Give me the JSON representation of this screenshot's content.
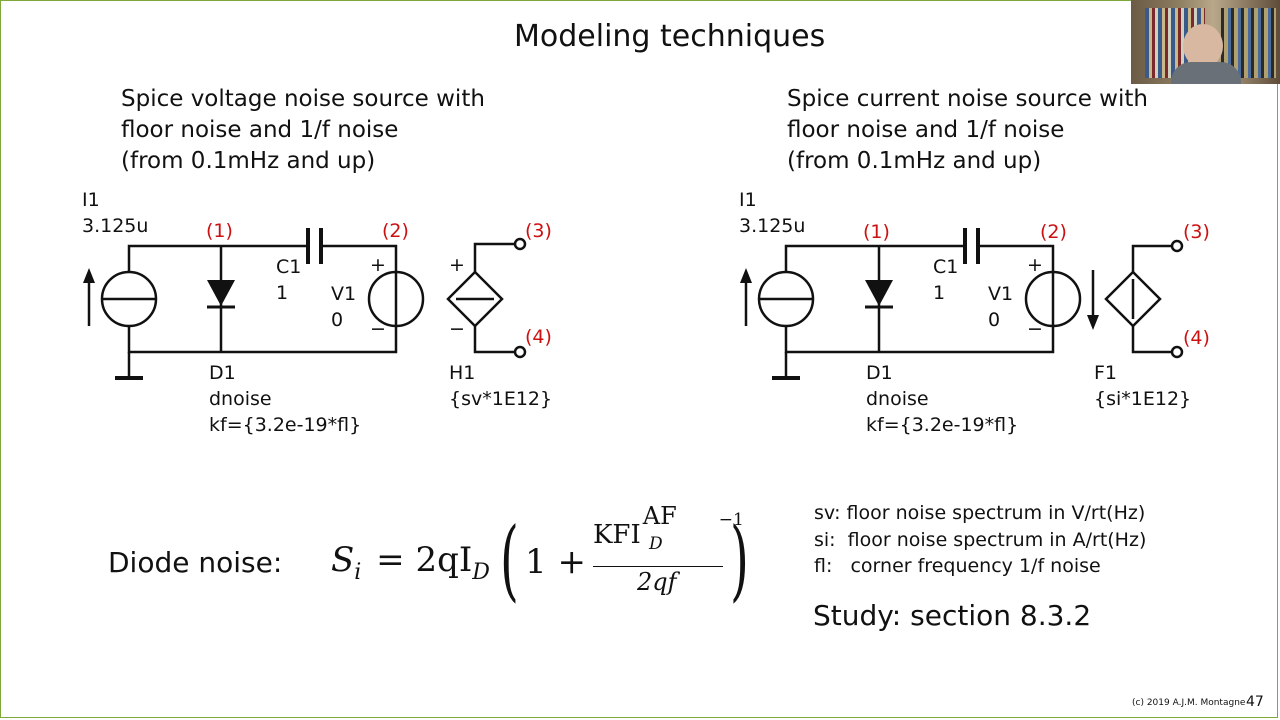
{
  "slide": {
    "title": "Modeling techniques",
    "page_number": "47",
    "copyright": "(c) 2019 A.J.M. Montagne"
  },
  "left": {
    "heading": "Spice voltage noise source with\nfloor noise and 1/f noise\n(from 0.1mHz and up)",
    "i1_label": "I1\n3.125u",
    "node1": "(1)",
    "node2": "(2)",
    "node3": "(3)",
    "node4": "(4)",
    "c1_label": "C1\n1",
    "v1_label": "V1\n0",
    "d1_label": "D1\ndnoise\nkf={3.2e-19*fl}",
    "source_label": "H1\n{sv*1E12}",
    "plus": "+",
    "minus": "−"
  },
  "right": {
    "heading": "Spice current noise source with\nfloor noise and 1/f noise\n(from 0.1mHz and up)",
    "i1_label": "I1\n3.125u",
    "node1": "(1)",
    "node2": "(2)",
    "node3": "(3)",
    "node4": "(4)",
    "c1_label": "C1\n1",
    "v1_label": "V1\n0",
    "d1_label": "D1\ndnoise\nkf={3.2e-19*fl}",
    "source_label": "F1\n{si*1E12}",
    "plus": "+",
    "minus": "−"
  },
  "formula": {
    "label": "Diode noise:",
    "lhs": "S",
    "lhs_sub": "i",
    "equals": "= 2qI",
    "id_sub": "D",
    "inner": "1 +",
    "num_kf": "KFI",
    "num_sup": "AF",
    "num_sup_tail": "−1",
    "num_sub": "D",
    "den": "2qf"
  },
  "legend": {
    "lines": "sv: floor noise spectrum in V/rt(Hz)\nsi:  floor noise spectrum in A/rt(Hz)\nfl:   corner frequency 1/f noise",
    "study": "Study: section 8.3.2"
  },
  "colors": {
    "accent_red": "#cc1111",
    "frame_green": "#7fa83a"
  }
}
